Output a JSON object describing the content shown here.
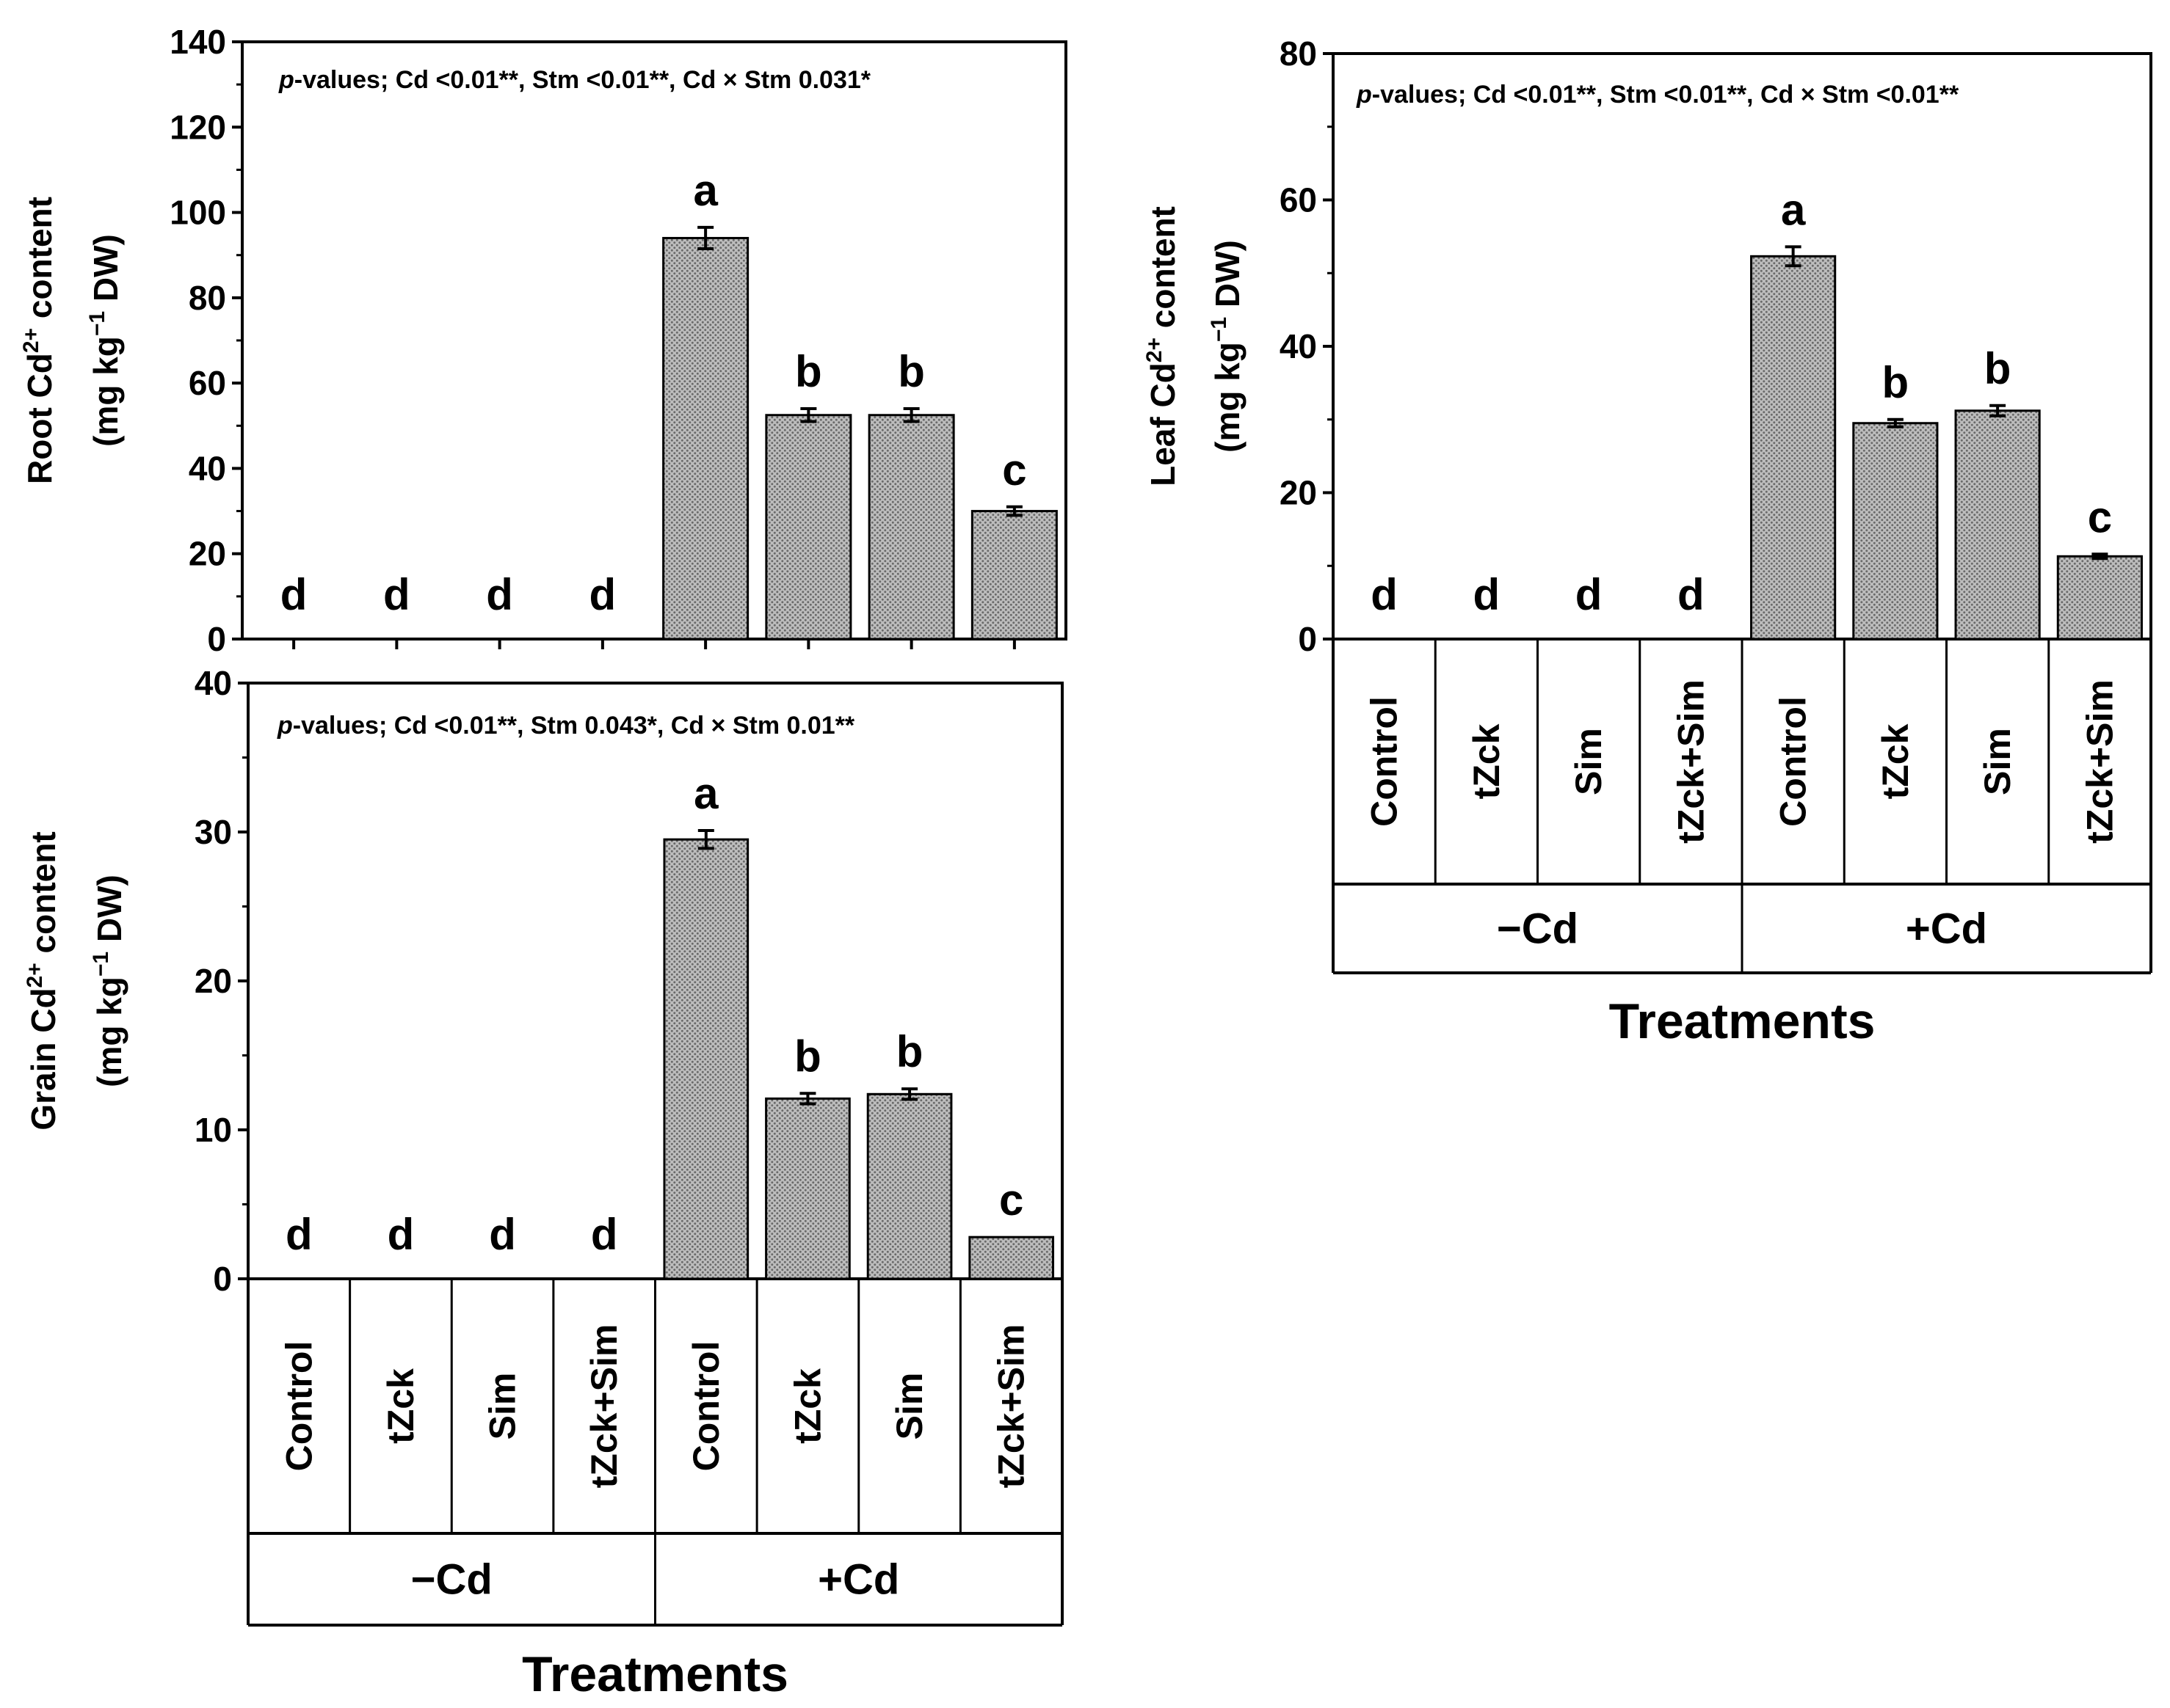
{
  "chart_data": [
    {
      "type": "bar",
      "id": "root",
      "ylabel_line1_pre": "Root Cd",
      "ylabel_line1_sup": "2+",
      "ylabel_line1_post": " content",
      "ylabel_line2_pre": "(mg kg",
      "ylabel_line2_sup": "−1",
      "ylabel_line2_post": " DW)",
      "ylim": [
        0,
        140
      ],
      "yticks": [
        0,
        20,
        40,
        60,
        80,
        100,
        120,
        140
      ],
      "annotation_italic": "p",
      "annotation_rest": "-values; Cd <0.01**, Stm <0.01**, Cd × Stm 0.031*",
      "categories": [
        "Control",
        "tZck",
        "Sim",
        "tZck+Sim",
        "Control",
        "tZck",
        "Sim",
        "tZck+Sim"
      ],
      "values": [
        0,
        0,
        0,
        0,
        94,
        52.5,
        52.5,
        30
      ],
      "errors": [
        0,
        0,
        0,
        0,
        2.5,
        1.5,
        1.5,
        1.0
      ],
      "letters": [
        "d",
        "d",
        "d",
        "d",
        "a",
        "b",
        "b",
        "c"
      ],
      "groups": [
        "−Cd",
        "+Cd"
      ],
      "show_category_table": false,
      "xlabel": ""
    },
    {
      "type": "bar",
      "id": "grain",
      "ylabel_line1_pre": "Grain Cd",
      "ylabel_line1_sup": "2+",
      "ylabel_line1_post": " content",
      "ylabel_line2_pre": "(mg kg",
      "ylabel_line2_sup": "−1",
      "ylabel_line2_post": " DW)",
      "ylim": [
        0,
        40
      ],
      "yticks": [
        0,
        10,
        20,
        30,
        40
      ],
      "annotation_italic": "p",
      "annotation_rest": "-values; Cd <0.01**, Stm 0.043*, Cd × Stm 0.01**",
      "categories": [
        "Control",
        "tZck",
        "Sim",
        "tZck+Sim",
        "Control",
        "tZck",
        "Sim",
        "tZck+Sim"
      ],
      "values": [
        0,
        0,
        0,
        0,
        29.5,
        12.1,
        12.4,
        2.8
      ],
      "errors": [
        0,
        0,
        0,
        0,
        0.6,
        0.35,
        0.35,
        0
      ],
      "letters": [
        "d",
        "d",
        "d",
        "d",
        "a",
        "b",
        "b",
        "c"
      ],
      "groups": [
        "−Cd",
        "+Cd"
      ],
      "show_category_table": true,
      "xlabel": "Treatments"
    },
    {
      "type": "bar",
      "id": "leaf",
      "ylabel_line1_pre": "Leaf Cd",
      "ylabel_line1_sup": "2+",
      "ylabel_line1_post": " content",
      "ylabel_line2_pre": "(mg kg",
      "ylabel_line2_sup": "−1",
      "ylabel_line2_post": " DW)",
      "ylim": [
        0,
        80
      ],
      "yticks": [
        0,
        20,
        40,
        60,
        80
      ],
      "annotation_italic": "p",
      "annotation_rest": "-values; Cd <0.01**, Stm <0.01**, Cd × Stm <0.01**",
      "categories": [
        "Control",
        "tZck",
        "Sim",
        "tZck+Sim",
        "Control",
        "tZck",
        "Sim",
        "tZck+Sim"
      ],
      "values": [
        0,
        0,
        0,
        0,
        52.3,
        29.5,
        31.2,
        11.3
      ],
      "errors": [
        0,
        0,
        0,
        0,
        1.3,
        0.5,
        0.7,
        0.3
      ],
      "letters": [
        "d",
        "d",
        "d",
        "d",
        "a",
        "b",
        "b",
        "c"
      ],
      "groups": [
        "−Cd",
        "+Cd"
      ],
      "show_category_table": true,
      "xlabel": "Treatments"
    }
  ]
}
